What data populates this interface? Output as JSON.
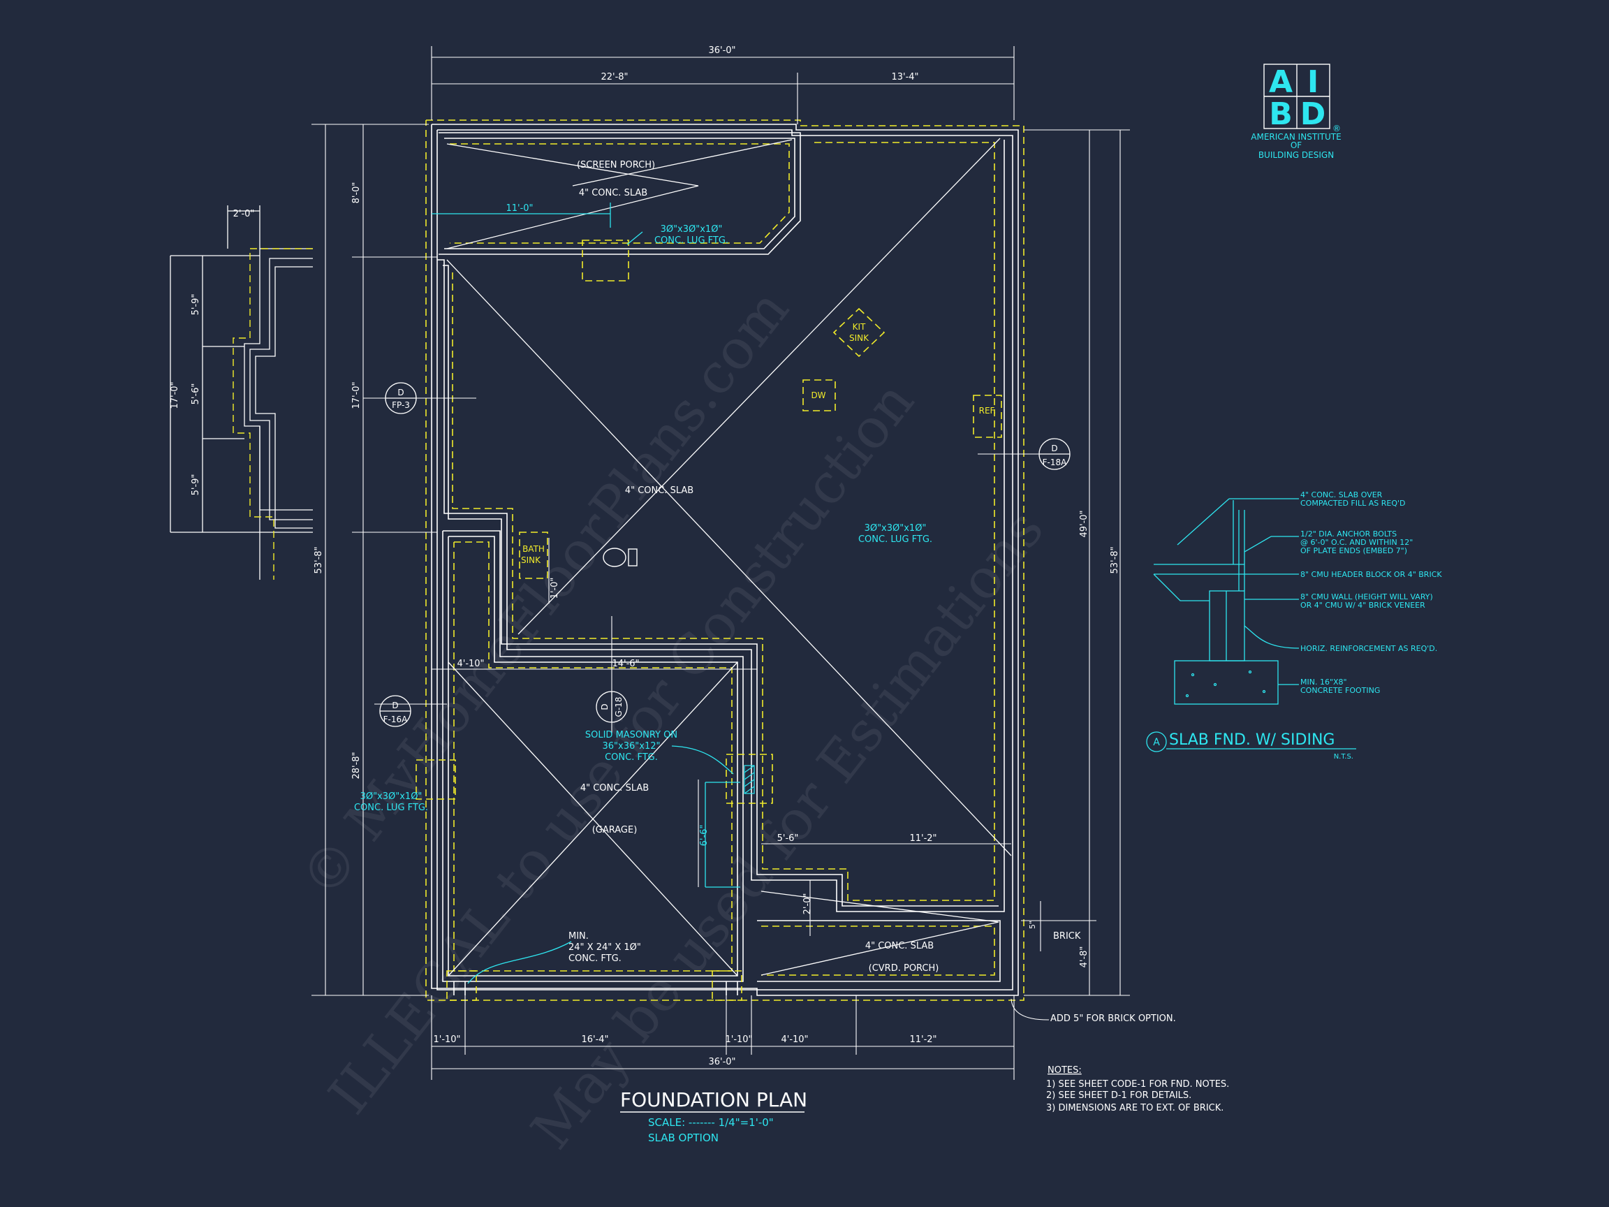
{
  "dims": {
    "top_total": "36'-0\"",
    "top_a": "22'-8\"",
    "top_b": "13'-4\"",
    "left_a": "8'-0\"",
    "left_b": "17'-0\"",
    "left_total": "53'-8\"",
    "left_c": "28'-8\"",
    "right_total": "53'-8\"",
    "right_a": "49'-0\"",
    "right_b": "4'-8\"",
    "bot_a": "1'-10\"",
    "bot_b": "16'-4\"",
    "bot_c": "1'-10\"",
    "bot_d": "4'-10\"",
    "bot_e": "11'-2\"",
    "bot_total": "36'-0\"",
    "porch_11": "11'-0\"",
    "garage_4_10": "4'-10\"",
    "garage_14_6": "14'-6\"",
    "gar_6_6": "6'-6\"",
    "gar_5_6": "5'-6\"",
    "gar_11_2": "11'-2\"",
    "gar_2_0": "2'-0\"",
    "bath_1_0": "1'-0\""
  },
  "detail_left": {
    "width": "2'-0\"",
    "a": "5'-9\"",
    "b": "5'-6\"",
    "c": "5'-9\"",
    "total": "17'-0\""
  },
  "labels": {
    "screen_porch": "(SCREEN PORCH)",
    "screen_slab": "4\" CONC. SLAB",
    "lug_top_1": "3Ø\"x3Ø\"x1Ø\"",
    "lug_top_2": "CONC. LUG FTG.",
    "kit_sink_1": "KIT",
    "kit_sink_2": "SINK",
    "dw": "DW",
    "ref": "REF.",
    "main_slab": "4\" CONC. SLAB",
    "lug_mid_1": "3Ø\"x3Ø\"x1Ø\"",
    "lug_mid_2": "CONC. LUG FTG.",
    "bath_1": "BATH",
    "bath_2": "SINK",
    "masonry_1": "SOLID MASONRY ON",
    "masonry_2": "36\"x36\"x12\"",
    "masonry_3": "CONC. FTG.",
    "garage_slab": "4\" CONC. SLAB",
    "garage": "(GARAGE)",
    "lug_left_1": "3Ø\"x3Ø\"x1Ø\"",
    "lug_left_2": "CONC. LUG FTG.",
    "min_1": "MIN.",
    "min_2": "24\" X 24\" X 1Ø\"",
    "min_3": "CONC. FTG.",
    "cvrd_slab": "4\" CONC. SLAB",
    "cvrd_porch": "(CVRD. PORCH)",
    "brick": "BRICK",
    "brick_5": "5\"",
    "add_brick": "ADD 5\" FOR BRICK OPTION."
  },
  "tags": {
    "fp3_top": "D",
    "fp3_bot": "FP-3",
    "f18a_top": "D",
    "f18a_bot": "F-18A",
    "f16a_top": "D",
    "f16a_bot": "F-16A",
    "g18_top": "D",
    "g18_bot": "G-18"
  },
  "title": {
    "main": "FOUNDATION PLAN",
    "scale": "SCALE: ------- 1/4\"=1'-0\"",
    "option": "SLAB OPTION"
  },
  "notes": {
    "heading": "NOTES:",
    "n1": "1)  SEE SHEET CODE-1 FOR FND. NOTES.",
    "n2": "2)  SEE SHEET D-1 FOR DETAILS.",
    "n3": "3)  DIMENSIONS ARE TO EXT. OF BRICK."
  },
  "section": {
    "s1a": "4\" CONC. SLAB OVER",
    "s1b": "COMPACTED FILL AS REQ'D",
    "s2a": "1/2\" DIA. ANCHOR BOLTS",
    "s2b": "@ 6'-0\" O.C. AND WITHIN 12\"",
    "s2c": "OF PLATE ENDS (EMBED 7\")",
    "s3": "8\" CMU HEADER BLOCK OR 4\" BRICK",
    "s4a": "8\" CMU WALL (HEIGHT WILL VARY)",
    "s4b": "OR 4\" CMU W/ 4\" BRICK VENEER",
    "s5": "HORIZ. REINFORCEMENT AS REQ'D.",
    "s6a": "MIN. 16\"X8\"",
    "s6b": "CONCRETE FOOTING",
    "tag": "A",
    "title": "SLAB FND. W/ SIDING",
    "nts": "N.T.S."
  },
  "logo": {
    "l1": "A",
    "l2": "I",
    "l3": "B",
    "l4": "D",
    "reg": "®",
    "t1": "AMERICAN INSTITUTE",
    "t2": "OF",
    "t3": "BUILDING DESIGN"
  },
  "watermark": {
    "w1": "© MyHomeFloorPlans.com",
    "w2": "ILLEGAL to use for Construction",
    "w3": "May be used for Estimations"
  },
  "colors": {
    "background": "#222a3d",
    "lines": "#ffffff",
    "cyan": "#2ee6f0",
    "yellow": "#f2ec2a"
  }
}
